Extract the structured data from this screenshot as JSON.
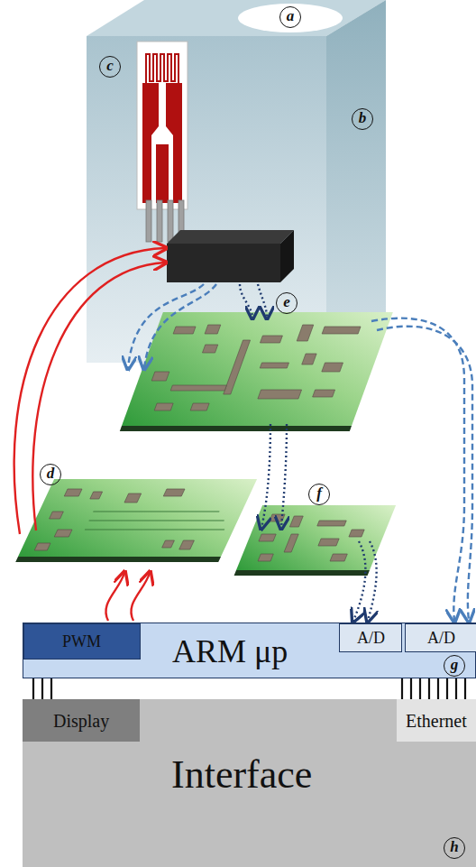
{
  "diagram": {
    "nodes": [
      {
        "text": [
          "ARM μp"
        ]
      },
      {
        "text": [
          "PWM"
        ],
        "in": 0
      },
      {
        "text": [
          "A/D"
        ],
        "in": 0
      },
      {
        "text": [
          "A/D"
        ],
        "in": 0
      },
      {
        "text": [
          "Interface"
        ]
      },
      {
        "text": [
          "Display"
        ],
        "in": 4
      },
      {
        "text": [
          "Ethernet"
        ],
        "in": 4
      }
    ],
    "edges": [
      {
        "from": 0,
        "to": 5,
        "arrow": "none"
      },
      {
        "from": 0,
        "to": 6,
        "arrow": "none"
      }
    ],
    "labels": [
      "a",
      "b",
      "c",
      "d",
      "e",
      "f",
      "g",
      "h"
    ]
  }
}
